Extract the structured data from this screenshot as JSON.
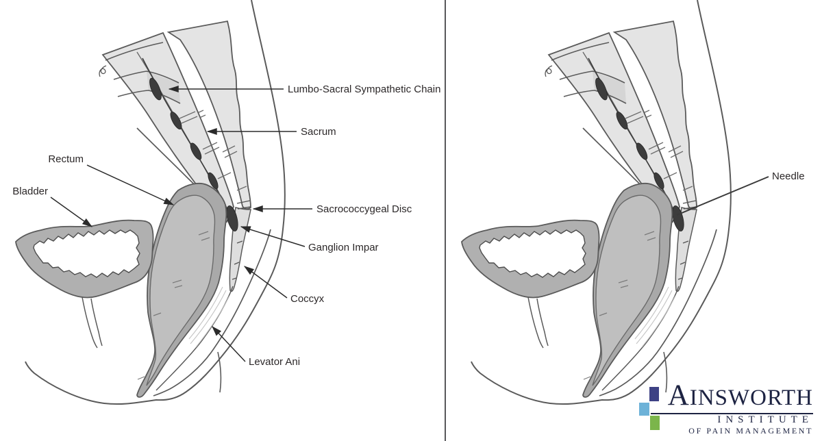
{
  "figure": {
    "description": "Two-panel sagittal pelvic anatomy illustration of a ganglion impar block",
    "panel_count": 2
  },
  "panels": {
    "left": {
      "labels": {
        "sympathetic_chain": "Lumbo-Sacral Sympathetic Chain",
        "sacrum": "Sacrum",
        "rectum": "Rectum",
        "bladder": "Bladder",
        "sacrococcygeal_disc": "Sacrococcygeal Disc",
        "ganglion_impar": "Ganglion Impar",
        "coccyx": "Coccyx",
        "levator_ani": "Levator Ani"
      }
    },
    "right": {
      "labels": {
        "needle": "Needle"
      }
    }
  },
  "logo": {
    "word_initial": "A",
    "word_rest": "INSWORTH",
    "line2": "INSTITUTE",
    "line3": "OF PAIN MANAGEMENT",
    "colors": {
      "navy_square": "#3e4285",
      "blue_square": "#6db2d8",
      "green_square": "#7bb54b",
      "text": "#1d2342"
    }
  },
  "colors": {
    "background": "#ffffff",
    "bone_fill": "#e4e4e4",
    "bone_shade": "#d5d5d5",
    "organ_wall": "#a9a9a9",
    "organ_lumen": "#bfbfbf",
    "ganglion": "#3d3d3d",
    "outline": "#5a5a5a",
    "label_text": "#2b2728",
    "divider": "#57575a"
  }
}
